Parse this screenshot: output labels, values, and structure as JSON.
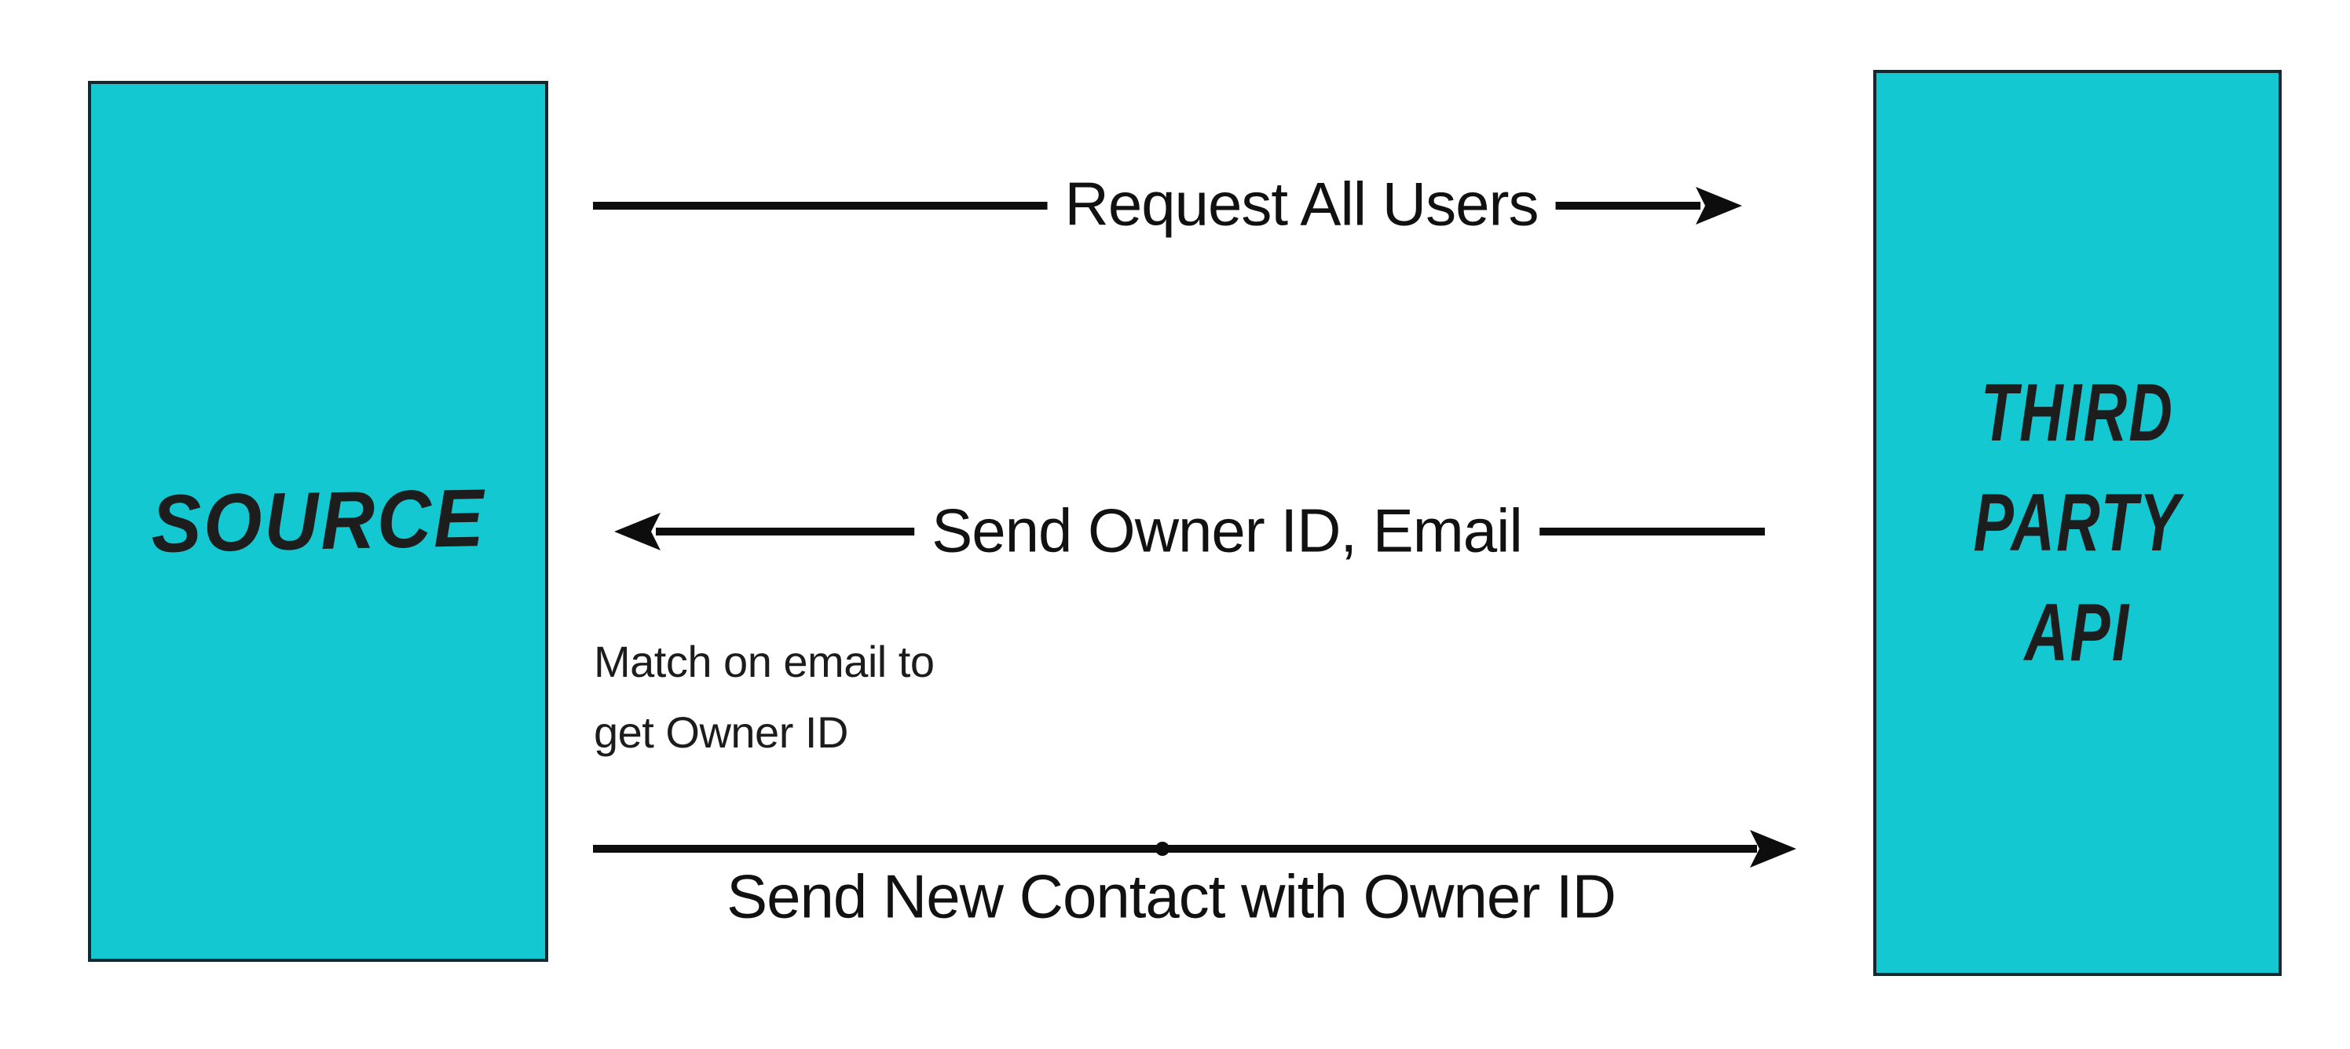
{
  "colors": {
    "background": "#ffffff",
    "node_fill": "#14C8D2",
    "node_border": "#14282f",
    "arrow_ink": "#0d0d0d",
    "label_text": "#111111"
  },
  "nodes": {
    "source": {
      "label": "SOURCE"
    },
    "third_party_api": {
      "lines": [
        "THIRD",
        "PARTY",
        "API"
      ]
    }
  },
  "edges": [
    {
      "label": "Request All Users",
      "from": "source",
      "to": "third_party_api",
      "direction": "right"
    },
    {
      "label": "Send Owner ID, Email",
      "from": "third_party_api",
      "to": "source",
      "direction": "left"
    },
    {
      "label": "Send New Contact with Owner ID",
      "from": "source",
      "to": "third_party_api",
      "direction": "right"
    }
  ],
  "note": {
    "line1": "Match on email to",
    "line2": "get Owner ID"
  }
}
